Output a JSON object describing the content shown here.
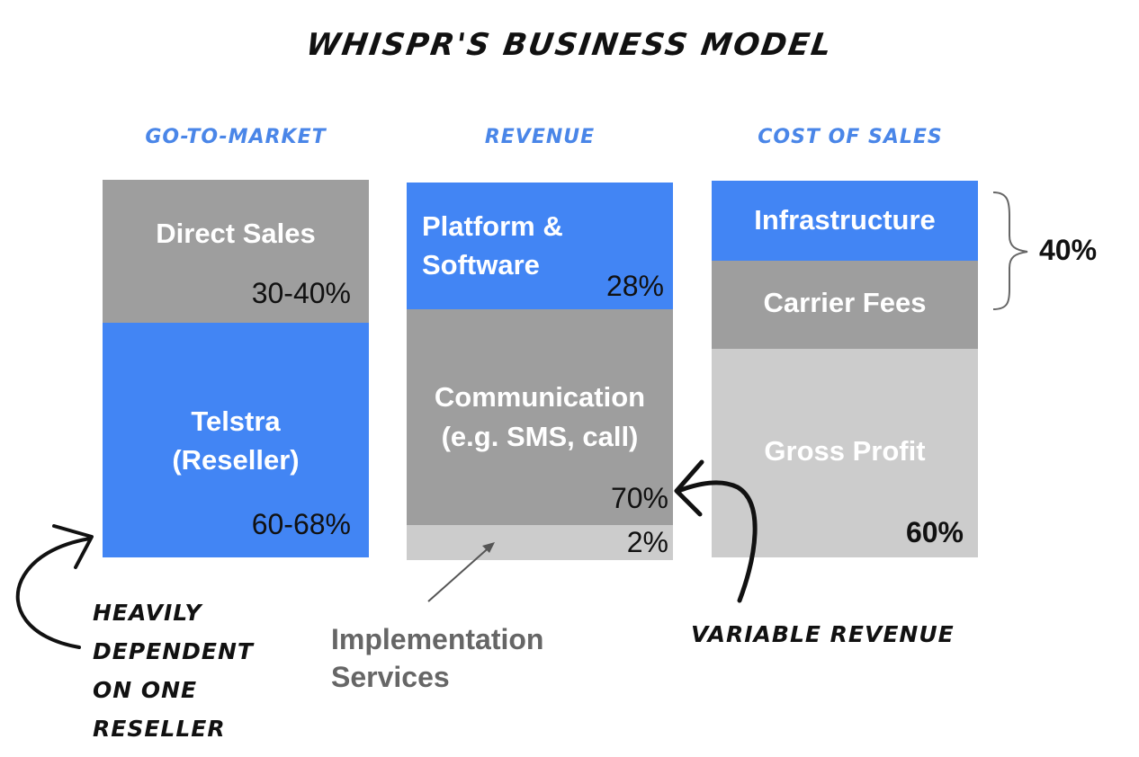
{
  "title": "Whispr's business model",
  "columns": {
    "go_to_market": {
      "heading": "Go-to-Market",
      "direct_sales": {
        "label": "Direct Sales",
        "pct": "30-40%"
      },
      "telstra": {
        "label_line1": "Telstra",
        "label_line2": "(Reseller)",
        "pct": "60-68%"
      }
    },
    "revenue": {
      "heading": "Revenue",
      "platform": {
        "label_line1": "Platform &",
        "label_line2": "Software",
        "pct": "28%"
      },
      "communication": {
        "label_line1": "Communication",
        "label_line2": "(e.g. SMS, call)",
        "pct": "70%"
      },
      "implementation": {
        "pct": "2%"
      }
    },
    "cost_of_sales": {
      "heading": "Cost of Sales",
      "infrastructure": {
        "label": "Infrastructure"
      },
      "carrier_fees": {
        "label": "Carrier Fees"
      },
      "gross_profit": {
        "label": "Gross Profit",
        "pct": "60%"
      },
      "brace_pct": "40%"
    }
  },
  "annotations": {
    "reseller_note": [
      "Heavily",
      "dependent",
      "on one",
      "reseller"
    ],
    "implementation_note": [
      "Implementation",
      "Services"
    ],
    "variable_note": "Variable revenue"
  },
  "colors": {
    "blue": "#4285f4",
    "dark_gray": "#9e9e9e",
    "light_gray": "#cccccc",
    "heading_blue": "#4a86e8"
  }
}
